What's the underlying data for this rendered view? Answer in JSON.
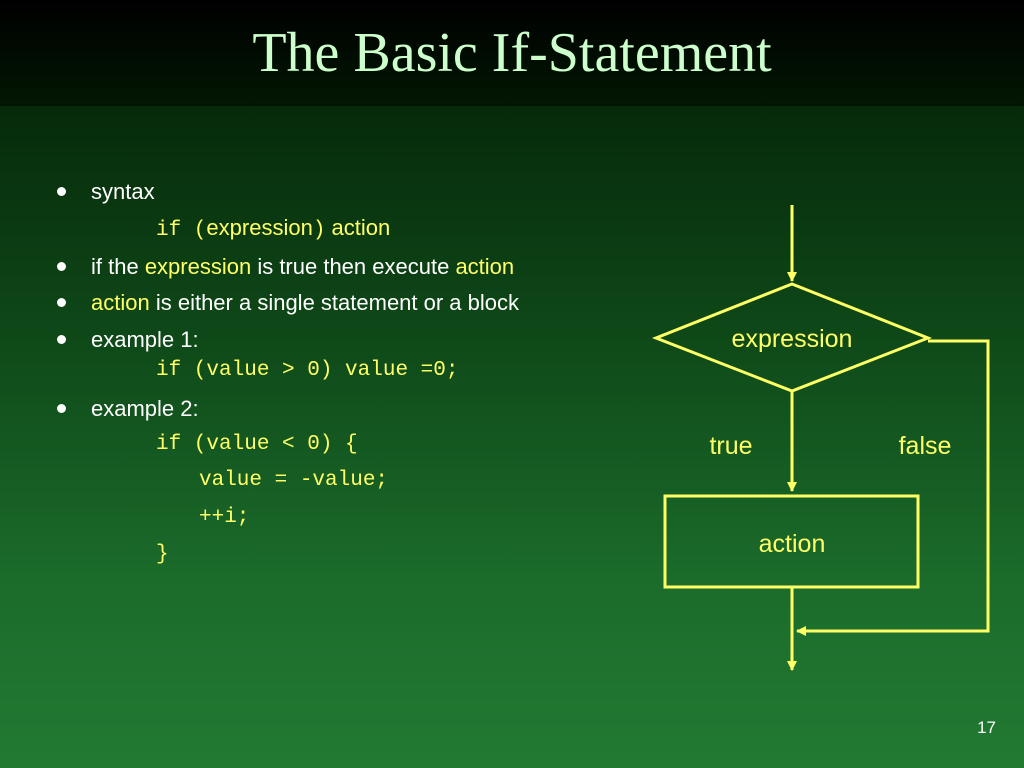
{
  "slide": {
    "title": "The Basic If-Statement",
    "page_number": "17"
  },
  "bullets": {
    "b1": {
      "label": "syntax"
    },
    "syntax_line": {
      "kw_open": "if (",
      "expr": "expression",
      "kw_close": ")",
      "action": "action"
    },
    "b2": {
      "pre": "if the ",
      "expr": "expression",
      "mid": " is true then execute ",
      "action": "action"
    },
    "b3": {
      "action": "action",
      "rest": " is either a single statement or a block"
    },
    "b4": {
      "label": "example 1:",
      "code": "if (value > 0) value =0;"
    },
    "b5": {
      "label": "example 2:",
      "code_lines": [
        "if (value < 0) {",
        "value = -value;",
        "++i;",
        "}"
      ]
    }
  },
  "flowchart": {
    "decision_label": "expression",
    "true_label": "true",
    "false_label": "false",
    "action_label": "action",
    "line_color": "#ffff66"
  }
}
